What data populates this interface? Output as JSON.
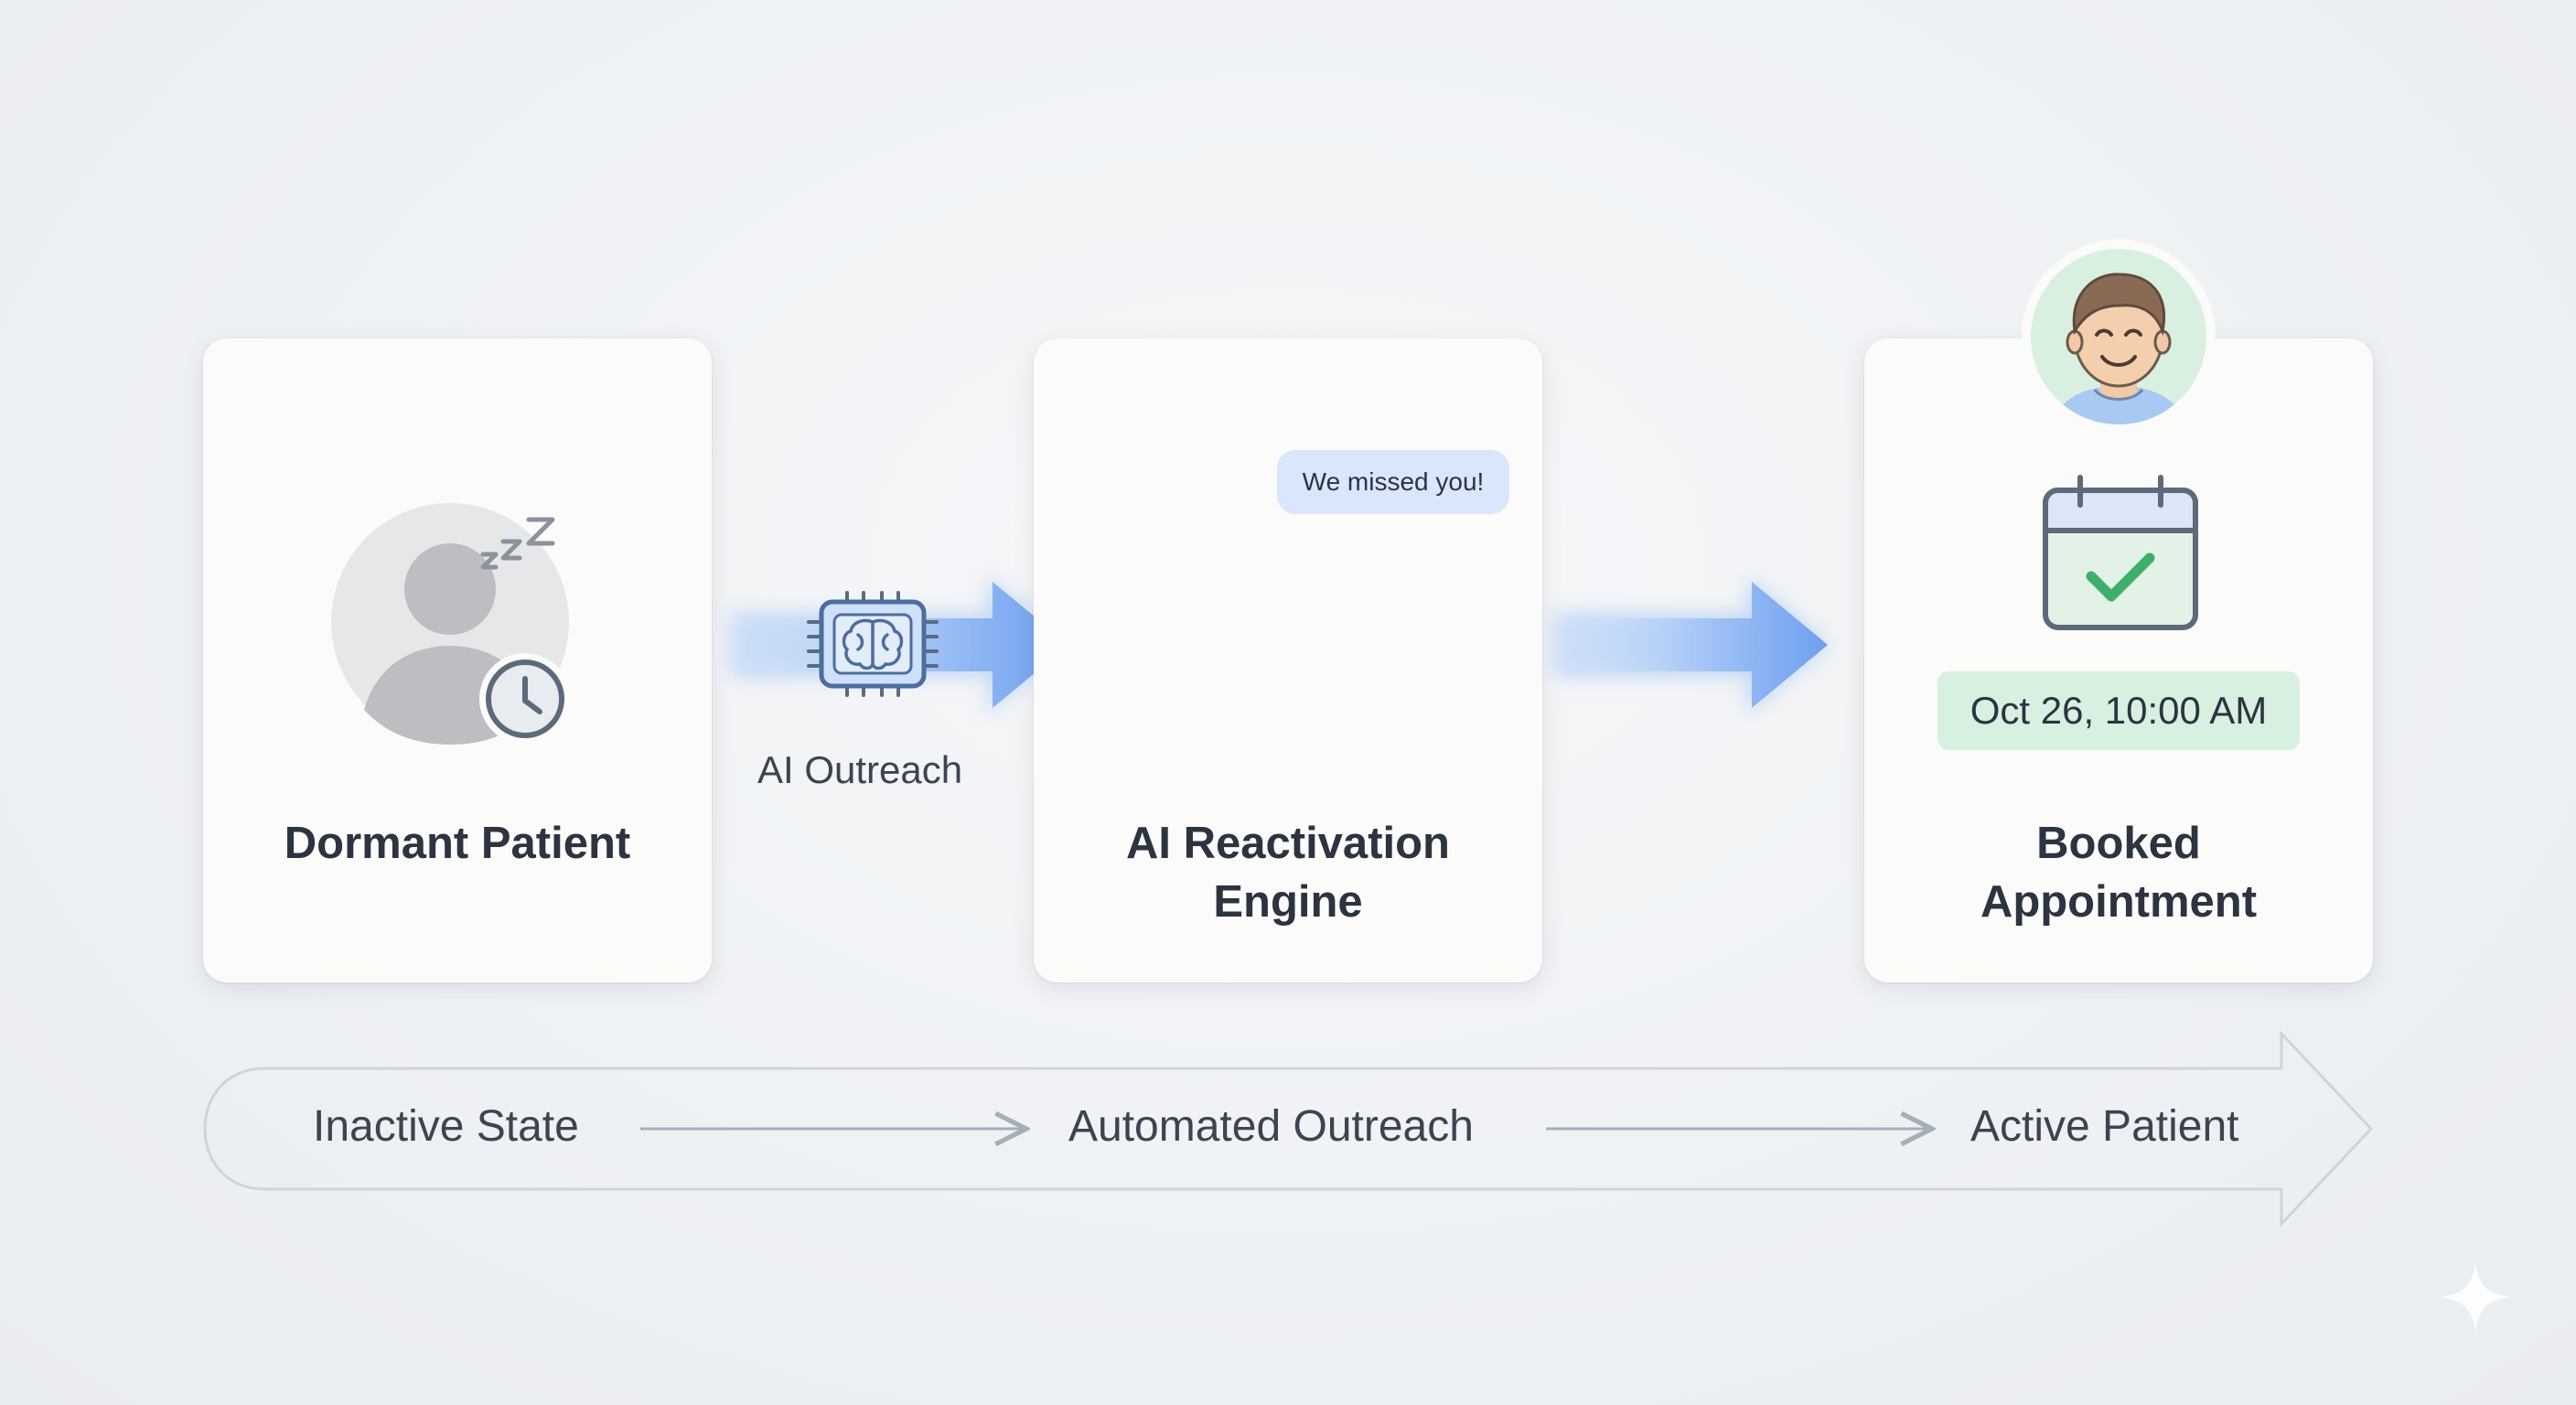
{
  "steps": {
    "dormant": {
      "title": "Dormant Patient",
      "icon": "sleeping-patient-icon"
    },
    "outreach_label": "AI Outreach",
    "engine": {
      "title_line1": "AI Reactivation",
      "title_line2": "Engine",
      "sms_message": "We missed you!",
      "icons": [
        "smartphone-icon",
        "phone-call-icon"
      ]
    },
    "booked": {
      "title_line1": "Booked",
      "title_line2": "Appointment",
      "appointment_time": "Oct 26, 10:00 AM",
      "icons": [
        "calendar-check-icon",
        "happy-patient-avatar"
      ]
    }
  },
  "timeline": {
    "stages": [
      "Inactive State",
      "Automated Outreach",
      "Active Patient"
    ]
  },
  "colors": {
    "background": "#eef1f4",
    "card": "#fbfbfa",
    "flow_arrow": "#7aa8f0",
    "success_green": "#3fae6a",
    "badge_green": "#d8f0df",
    "bubble_blue": "#d9e6fb"
  }
}
